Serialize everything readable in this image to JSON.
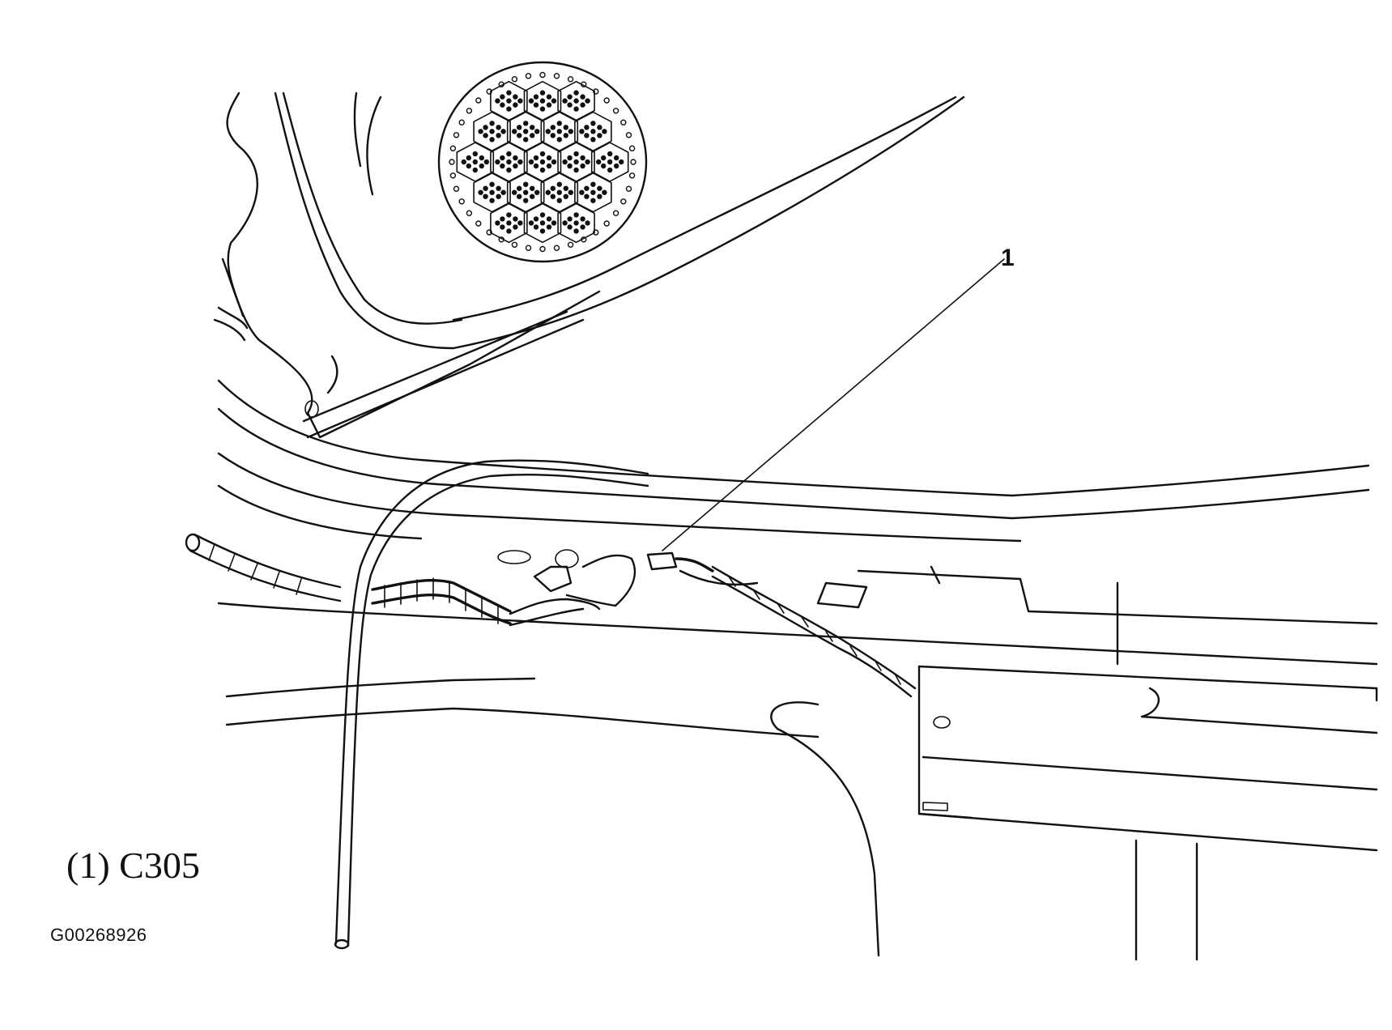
{
  "diagram": {
    "callouts": [
      {
        "number": "1"
      }
    ],
    "legend": "(1) C305",
    "figure_id": "G00268926"
  }
}
